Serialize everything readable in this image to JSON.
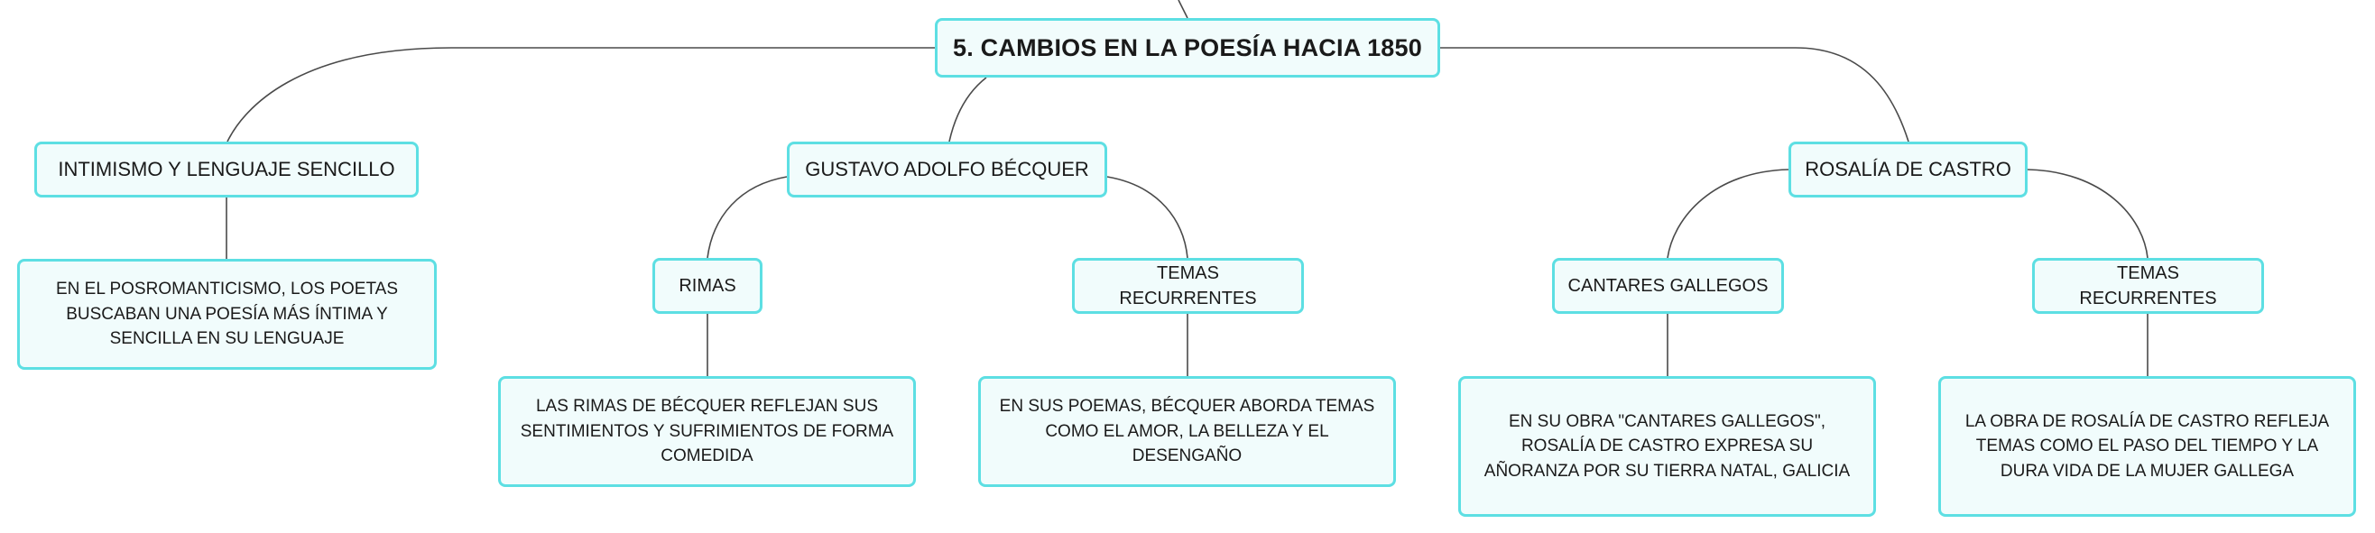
{
  "colors": {
    "border": "#5ddfe3",
    "fill": "#f1fcfc",
    "line": "#4a4a4a"
  },
  "root": {
    "label": "5. CAMBIOS EN LA POESÍA HACIA 1850"
  },
  "branches": [
    {
      "label": "INTIMISMO Y LENGUAJE SENCILLO",
      "children": [
        {
          "label": "EN EL POSROMANTICISMO, LOS POETAS BUSCABAN UNA POESÍA MÁS ÍNTIMA Y SENCILLA EN SU LENGUAJE"
        }
      ]
    },
    {
      "label": "GUSTAVO ADOLFO BÉCQUER",
      "children": [
        {
          "label": "RIMAS",
          "children": [
            {
              "label": "LAS RIMAS DE BÉCQUER REFLEJAN SUS SENTIMIENTOS Y SUFRIMIENTOS DE FORMA COMEDIDA"
            }
          ]
        },
        {
          "label": "TEMAS RECURRENTES",
          "children": [
            {
              "label": "EN SUS POEMAS, BÉCQUER ABORDA TEMAS COMO EL AMOR, LA BELLEZA Y EL DESENGAÑO"
            }
          ]
        }
      ]
    },
    {
      "label": "ROSALÍA DE CASTRO",
      "children": [
        {
          "label": "CANTARES GALLEGOS",
          "children": [
            {
              "label": "EN SU OBRA \"CANTARES GALLEGOS\", ROSALÍA DE CASTRO EXPRESA SU AÑORANZA POR SU TIERRA NATAL, GALICIA"
            }
          ]
        },
        {
          "label": "TEMAS RECURRENTES",
          "children": [
            {
              "label": "LA OBRA DE ROSALÍA DE CASTRO REFLEJA TEMAS COMO EL PASO DEL TIEMPO Y LA DURA VIDA DE LA MUJER GALLEGA"
            }
          ]
        }
      ]
    }
  ]
}
